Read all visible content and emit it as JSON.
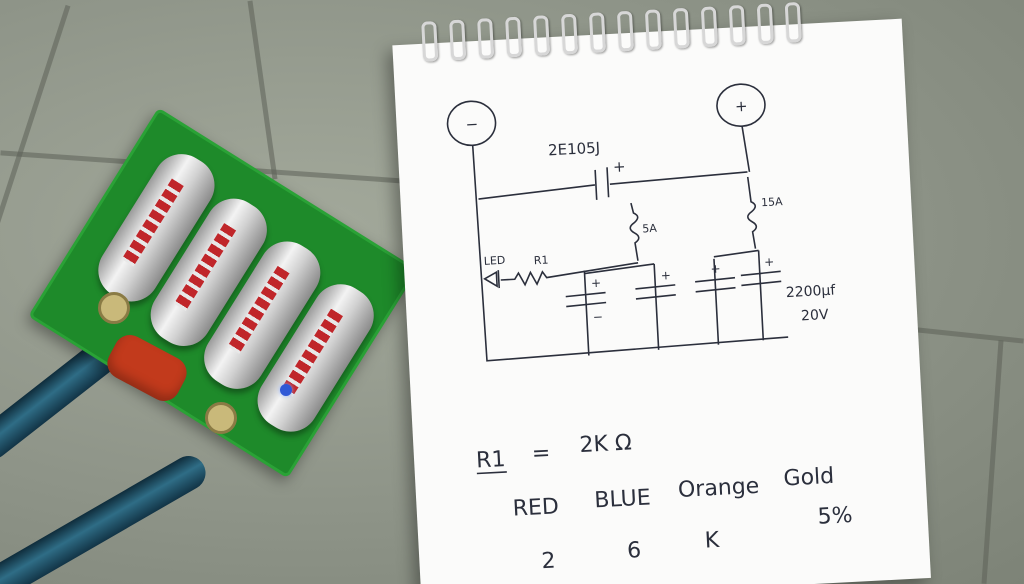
{
  "photo": {
    "subject": "handwritten schematic and capacitor circuit board",
    "schematic": {
      "terminal_neg": "−",
      "terminal_pos": "+",
      "film_cap_label": "2E105J",
      "film_cap_plus": "+",
      "fuse_left_label": "5A",
      "fuse_right_label": "15A",
      "led_label": "LED",
      "resistor_label": "R1",
      "cap_rating_value": "2200µf",
      "cap_rating_voltage": "20V",
      "cap_plus": "+",
      "cap_minus": "−"
    },
    "notes": {
      "r1_lhs": "R1",
      "equals": "=",
      "r1_value": "2K Ω",
      "colors": [
        "RED",
        "BLUE",
        "Orange",
        "Gold"
      ],
      "digits": [
        "2",
        "6",
        "K"
      ],
      "tolerance": "5%"
    }
  }
}
